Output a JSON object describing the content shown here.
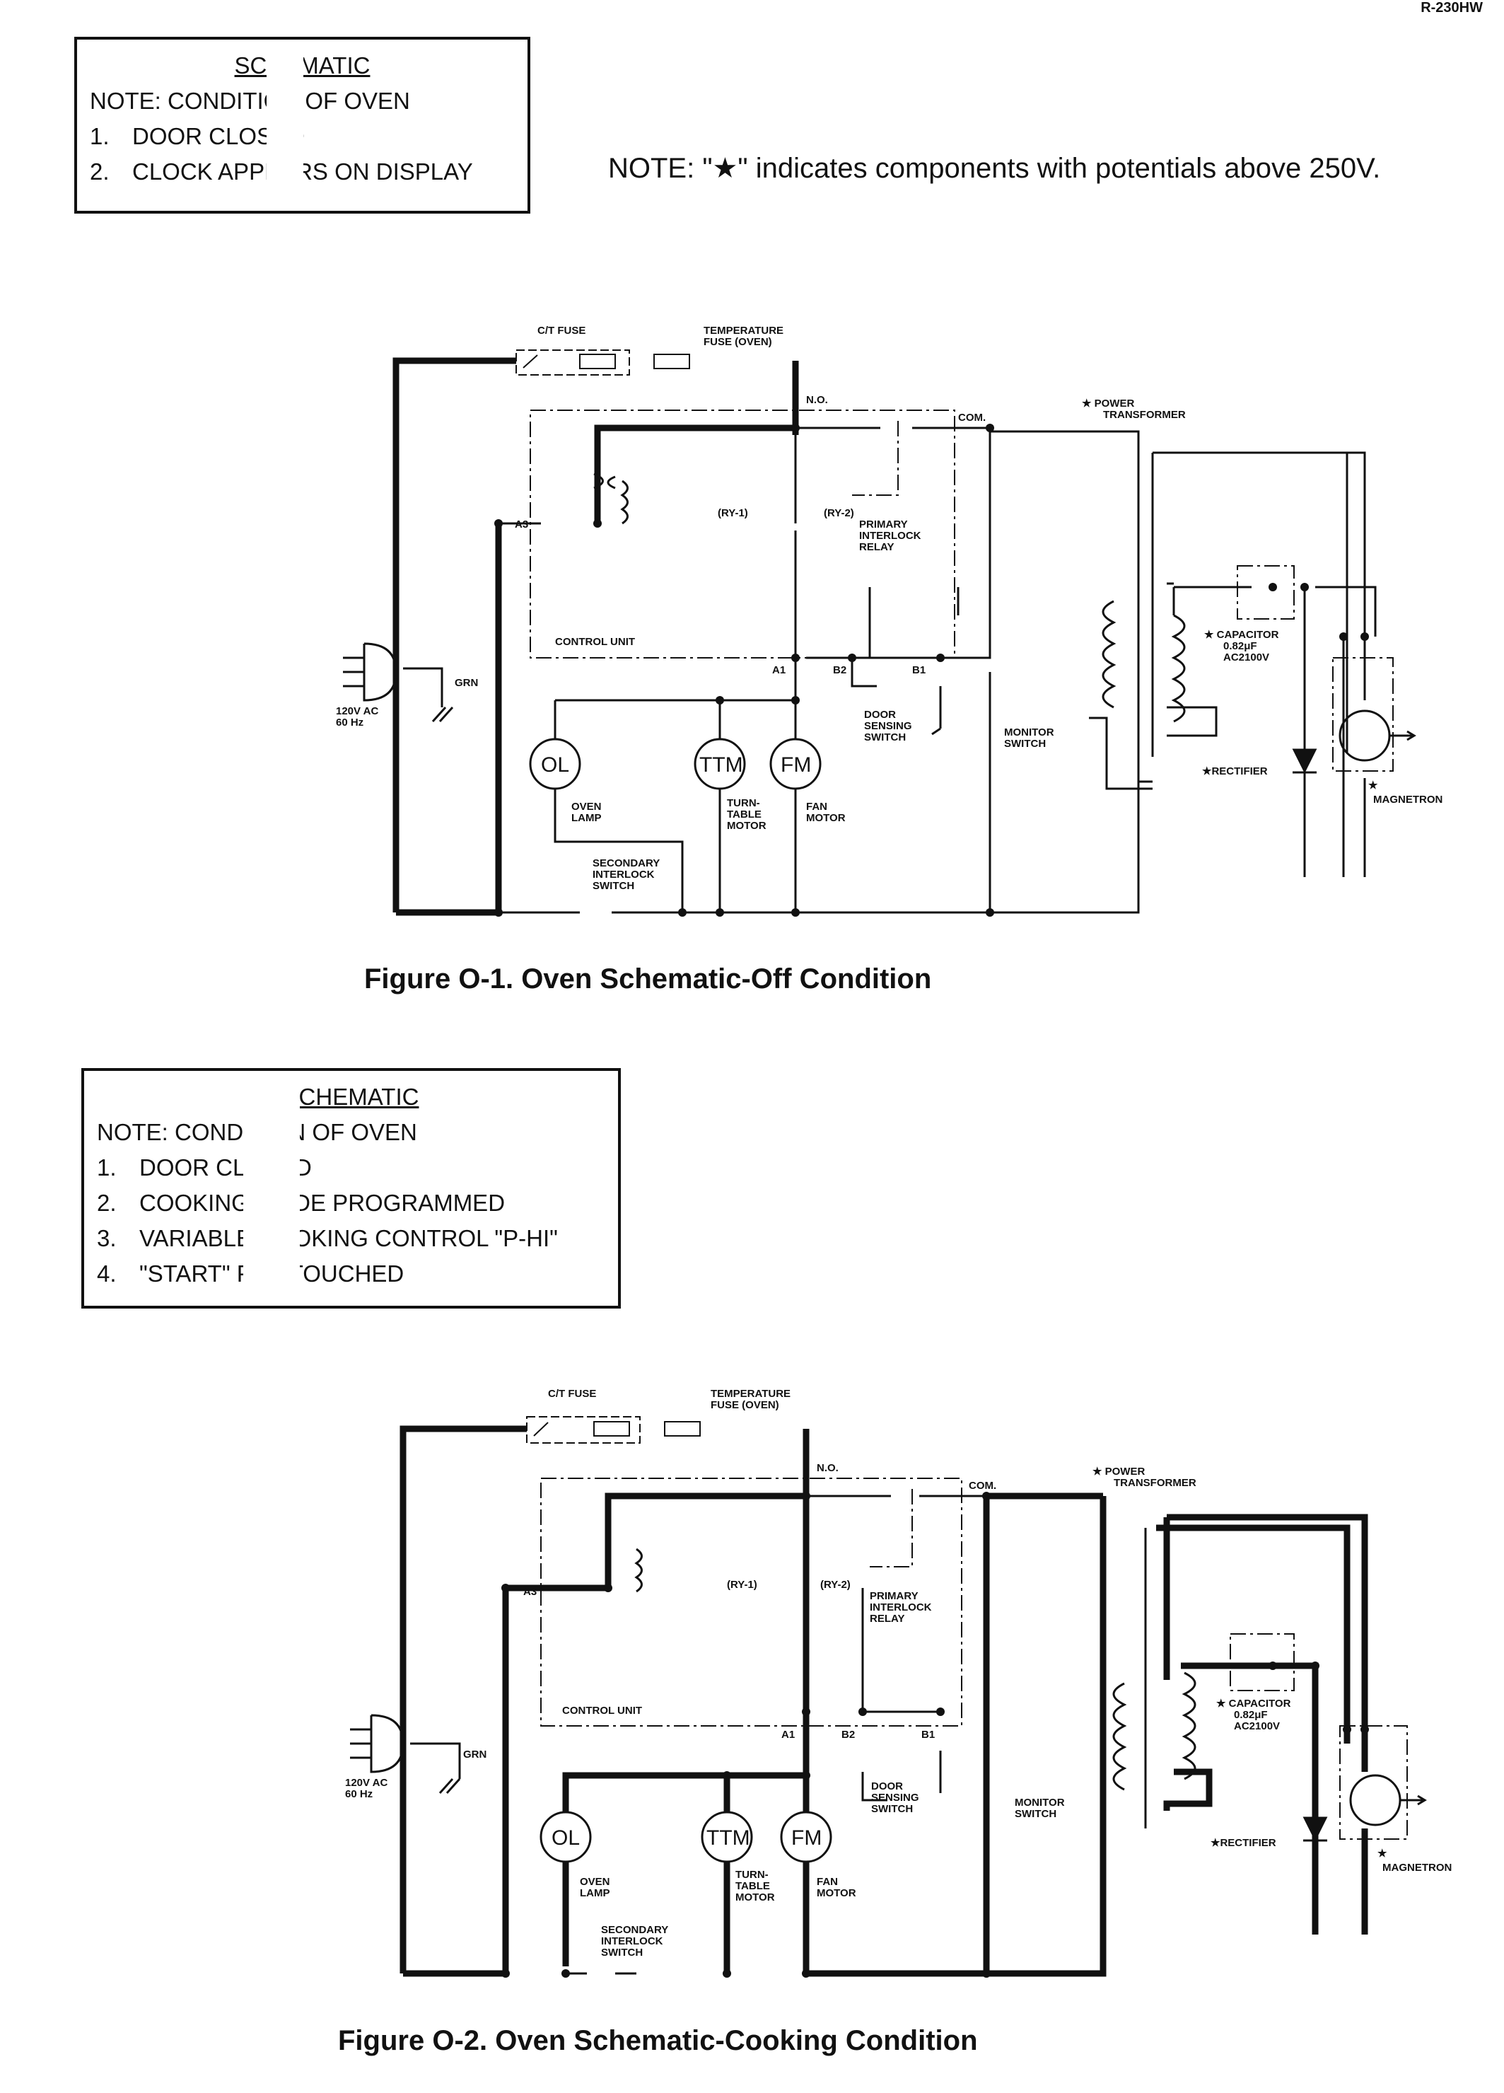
{
  "page_header": "R-230HW",
  "star_note": "NOTE: \"★\" indicates components with potentials above 250V.",
  "figure1": {
    "box": {
      "title": "SCHEMATIC",
      "note": "NOTE: CONDITION OF OVEN",
      "items": [
        {
          "num": "1.",
          "text": "DOOR CLOSED"
        },
        {
          "num": "2.",
          "text": "CLOCK APPEARS ON DISPLAY"
        }
      ]
    },
    "caption": "Figure O-1. Oven Schematic-Off Condition"
  },
  "figure2": {
    "box": {
      "title": "SCHEMATIC",
      "note": "NOTE: CONDITION OF OVEN",
      "items": [
        {
          "num": "1.",
          "text": "DOOR CLOSED"
        },
        {
          "num": "2.",
          "text": "COOKING MODE PROGRAMMED"
        },
        {
          "num": "3.",
          "text": "VARIABLE COOKING CONTROL \"P-HI\""
        },
        {
          "num": "4.",
          "text": "\"START\" PAD TOUCHED"
        }
      ]
    },
    "caption": "Figure O-2. Oven Schematic-Cooking Condition"
  },
  "labels": {
    "ct_fuse": "C/T FUSE",
    "temp_fuse_1": "TEMPERATURE",
    "temp_fuse_2": "FUSE (OVEN)",
    "no": "N.O.",
    "com": "COM.",
    "power_transformer_1": "★ POWER",
    "power_transformer_2": "TRANSFORMER",
    "ry1": "(RY-1)",
    "ry2": "(RY-2)",
    "primary_1": "PRIMARY",
    "primary_2": "INTERLOCK",
    "primary_3": "RELAY",
    "a3": "A3",
    "a1": "A1",
    "b2": "B2",
    "b1": "B1",
    "control_unit": "CONTROL UNIT",
    "capacitor_1": "★ CAPACITOR",
    "capacitor_2": "0.82μF",
    "capacitor_3": "AC2100V",
    "grn": "GRN",
    "supply_1": "120V AC",
    "supply_2": "60 Hz",
    "door_1": "DOOR",
    "door_2": "SENSING",
    "door_3": "SWITCH",
    "monitor_1": "MONITOR",
    "monitor_2": "SWITCH",
    "rectifier": "★RECTIFIER",
    "magnetron_star": "★",
    "magnetron": "MAGNETRON",
    "ol": "OL",
    "ttm": "TTM",
    "fm": "FM",
    "oven_lamp_1": "OVEN",
    "oven_lamp_2": "LAMP",
    "turntable_1": "TURN-",
    "turntable_2": "TABLE",
    "turntable_3": "MOTOR",
    "fan_1": "FAN",
    "fan_2": "MOTOR",
    "secondary_1": "SECONDARY",
    "secondary_2": "INTERLOCK",
    "secondary_3": "SWITCH"
  }
}
